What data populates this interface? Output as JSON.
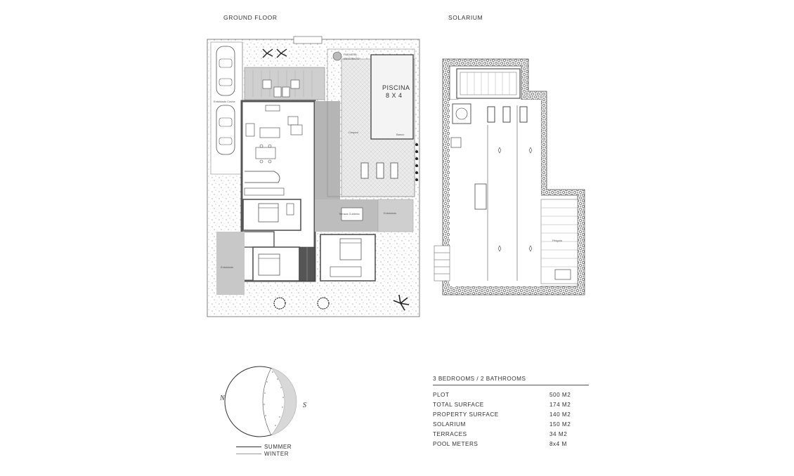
{
  "titles": {
    "ground_floor": "GROUND FLOOR",
    "solarium": "SOLARIUM"
  },
  "ground_labels": {
    "pool_name": "PISCINA",
    "pool_size": "8 X 4",
    "palm": "PALMERA",
    "palm_existing": "EXISTENTE",
    "carport": "Entoldado Coche",
    "lawn": "Césped",
    "bench": "Banco",
    "covered_terrace": "Terraza Cubierta",
    "awning": "Entoldado",
    "awning2": "Entoldado"
  },
  "solarium_labels": {
    "pergola": "Pérgola"
  },
  "sun": {
    "north": "N",
    "south": "S",
    "summer": "SUMMER",
    "winter": "WINTER"
  },
  "specs": {
    "heading": "3 BEDROOMS / 2 BATHROOMS",
    "rows": [
      {
        "label": "PLOT",
        "value": "500 M2"
      },
      {
        "label": "TOTAL SURFACE",
        "value": "174 M2"
      },
      {
        "label": "PROPERTY SURFACE",
        "value": "140 M2"
      },
      {
        "label": "SOLARIUM",
        "value": "150 M2"
      },
      {
        "label": "TERRACES",
        "value": "34 M2"
      },
      {
        "label": "POOL METERS",
        "value": "8x4 M"
      }
    ]
  }
}
